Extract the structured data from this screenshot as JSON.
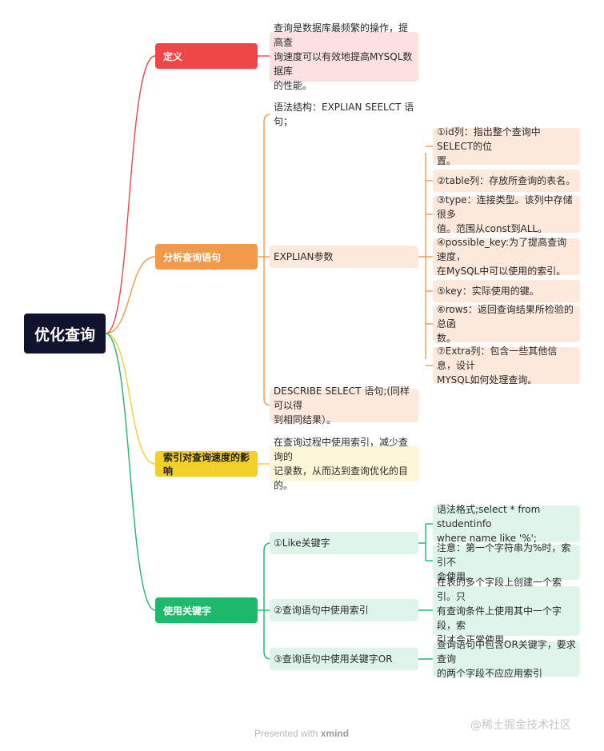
{
  "colors": {
    "root": "#10132b",
    "definition": "#ef4748",
    "analysis": "#f29a4a",
    "index": "#f2cf29",
    "keywords": "#1dba6c",
    "definition_light": "#fbe0e0",
    "analysis_light": "#fce9dc",
    "index_light": "#fdf6d8",
    "keywords_light": "#dff5ea"
  },
  "root": {
    "label": "优化查询"
  },
  "definition": {
    "label": "定义",
    "desc": [
      "查询是数据库最频繁的操作，提高查",
      "询速度可以有效地提高MYSQL数据库",
      "的性能。"
    ]
  },
  "analysis": {
    "label": "分析查询语句",
    "syntax": [
      "语法结构：EXPLIAN  SEELCT 语句；"
    ],
    "explain_label": [
      "EXPLIAN参数"
    ],
    "params": [
      [
        "①id列：指出整个查询中SELECT的位",
        "置。"
      ],
      [
        "②table列：存放所查询的表名。"
      ],
      [
        "③type：连接类型。该列中存储很多",
        "值。范围从const到ALL。"
      ],
      [
        "④possible_key:为了提高查询速度，",
        "在MySQL中可以使用的索引。"
      ],
      [
        "⑤key：实际使用的键。"
      ],
      [
        "⑥rows：返回查询结果所检验的总函",
        "数。"
      ],
      [
        "⑦Extra列：包含一些其他信息，设计",
        "MYSQL如何处理查询。"
      ]
    ],
    "describe": [
      "DESCRIBE SELECT 语句;(同样可以得",
      "到相同结果）。"
    ]
  },
  "index_effect": {
    "label": "索引对查询速度的影响",
    "desc": [
      "在查询过程中使用索引，减少查询的",
      "记录数，从而达到查询优化的目的。"
    ]
  },
  "keywords": {
    "label": "使用关键字",
    "like": [
      "①Like关键字"
    ],
    "like_children": [
      [
        "语法格式;select * from studentinfo",
        "where  name like '%';"
      ],
      [
        "注意：第一个字符串为%时，索引不",
        "会使用。"
      ]
    ],
    "multi_index": [
      "②查询语句中使用索引"
    ],
    "multi_index_desc": [
      "在表的多个字段上创建一个索引。只",
      "有查询条件上使用其中一个字段，索",
      "引才会正常使用。"
    ],
    "or_keyword": [
      "③查询语句中使用关键字OR"
    ],
    "or_desc": [
      "查询语句中包含OR关键字，要求查询",
      "的两个字段不应应用索引"
    ]
  },
  "footer": {
    "presented": "Presented with ",
    "brand": "xmind",
    "watermark": "@稀土掘金技术社区"
  }
}
